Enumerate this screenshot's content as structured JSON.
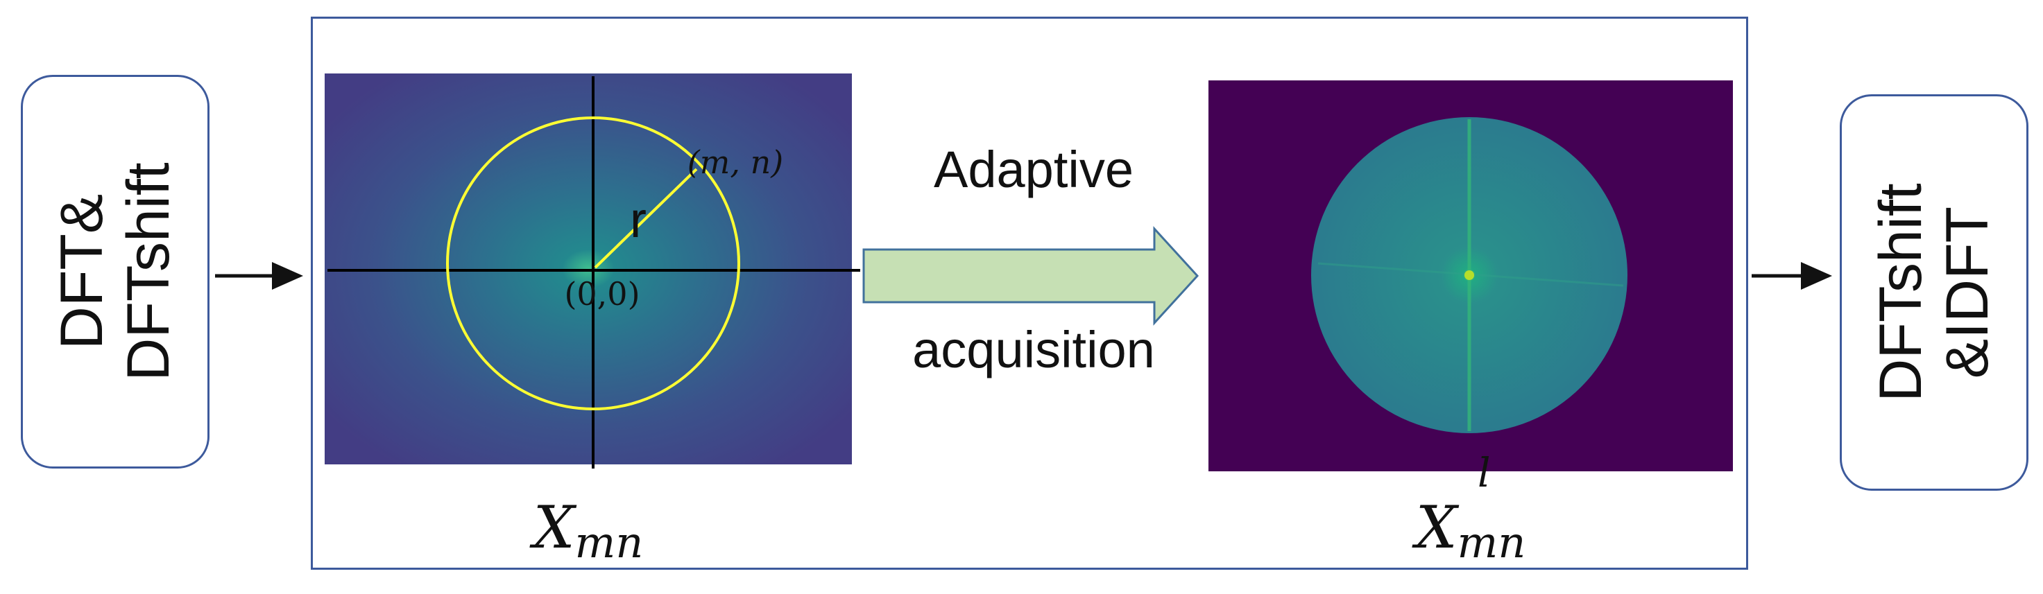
{
  "left_box": {
    "line1": "DFT&",
    "line2": "DFTshift"
  },
  "right_box": {
    "line1": "DFTshift",
    "line2": "&IDFT"
  },
  "spectrum_panel": {
    "point_label": "(m, n)",
    "radius_label": "r",
    "origin_label": "(0,0)",
    "caption_base": "X",
    "caption_sub": "mn"
  },
  "arrow": {
    "label_top": "Adaptive",
    "label_bottom": "acquisition"
  },
  "filtered_panel": {
    "caption_base": "X",
    "caption_sub": "mn",
    "caption_sup": "l"
  },
  "colors": {
    "frame": "#3d5a9c",
    "circle": "#ffff33",
    "arrow_fill": "#c6e0b4",
    "arrow_stroke": "#41719c",
    "spectrum_background": "#3b528b",
    "filtered_background": "#440154",
    "filtered_disc": "#2a7f8e"
  }
}
